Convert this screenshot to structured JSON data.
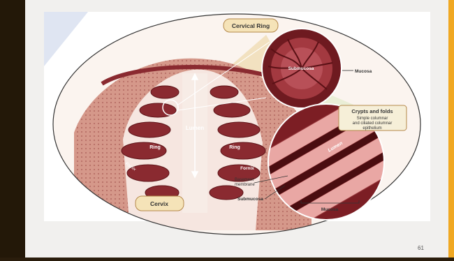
{
  "slide": {
    "page_number": "61"
  },
  "labels": {
    "cervical_ring": "Cervical Ring",
    "submucosa_top": "Submucosa",
    "mucosa_top": "Mucosa",
    "lumen_main": "Lumen",
    "ring_left": "Ring",
    "ring_right": "Ring",
    "fornix_left": "Fornix",
    "fornix_right": "Fornix",
    "cervix": "Cervix",
    "crypts_title": "Crypts and folds",
    "crypts_line2": "Simple columnar",
    "crypts_line3": "and ciliated columnar",
    "crypts_line4": "epithelium",
    "lumen_detail": "Lumen",
    "basement_line1": "Basement",
    "basement_line2": "membrane",
    "submucosa_bottom": "Submucosa",
    "mucosa_bottom": "Mucosa"
  },
  "colors": {
    "tissue_dark": "#7a1f24",
    "tissue_mid": "#b2404a",
    "tissue_light": "#e8b8a8",
    "lumen_fill": "#f6e6e0",
    "accent_bar": "#f0a822"
  }
}
